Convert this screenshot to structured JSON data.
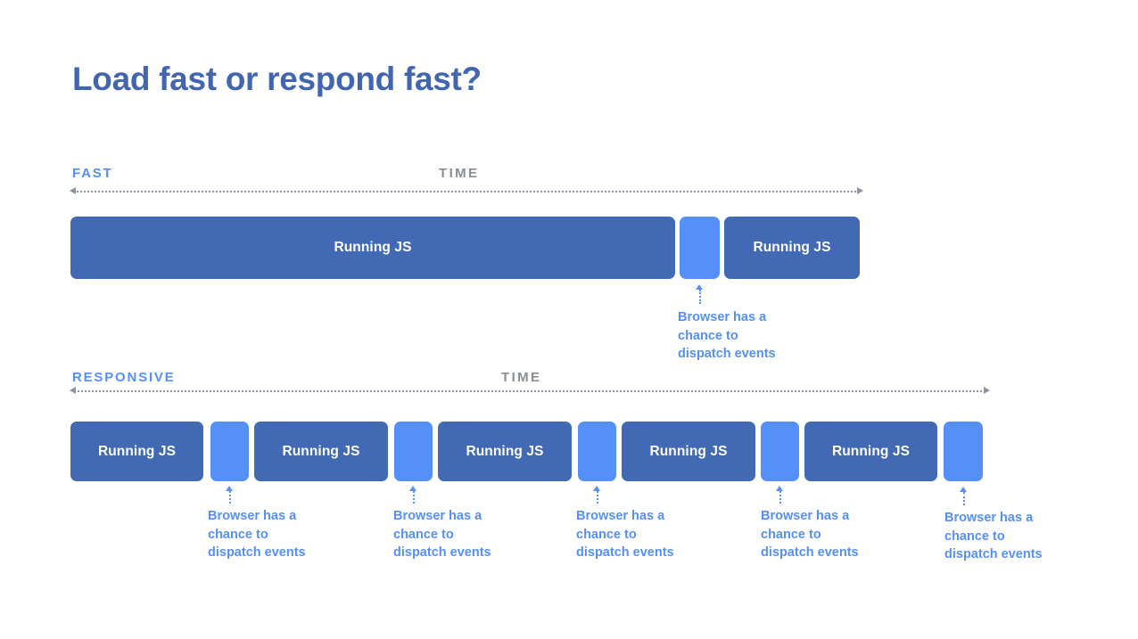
{
  "slide": {
    "title": "Load fast or respond fast?",
    "title_color": "#4265b0",
    "background_color": "#ffffff"
  },
  "palette": {
    "running_js_block": "#4269b3",
    "idle_block": "#5590f8",
    "callout_text": "#5590f8",
    "axis": "#8d93a0",
    "time_label": "#888d91"
  },
  "sections": [
    {
      "name": "fast",
      "label": "FAST",
      "time_label": "TIME",
      "blocks": [
        {
          "type": "running",
          "label": "Running JS"
        },
        {
          "type": "idle",
          "label": ""
        },
        {
          "type": "running",
          "label": "Running JS"
        }
      ],
      "callouts": [
        {
          "text": "Browser has a\nchance to\ndispatch events"
        }
      ]
    },
    {
      "name": "responsive",
      "label": "RESPONSIVE",
      "time_label": "TIME",
      "blocks": [
        {
          "type": "running",
          "label": "Running JS"
        },
        {
          "type": "idle",
          "label": ""
        },
        {
          "type": "running",
          "label": "Running JS"
        },
        {
          "type": "idle",
          "label": ""
        },
        {
          "type": "running",
          "label": "Running JS"
        },
        {
          "type": "idle",
          "label": ""
        },
        {
          "type": "running",
          "label": "Running JS"
        },
        {
          "type": "idle",
          "label": ""
        },
        {
          "type": "running",
          "label": "Running JS"
        },
        {
          "type": "idle",
          "label": ""
        }
      ],
      "callouts": [
        {
          "text": "Browser has a\nchance to\ndispatch events"
        },
        {
          "text": "Browser has a\nchance to\ndispatch events"
        },
        {
          "text": "Browser has a\nchance to\ndispatch events"
        },
        {
          "text": "Browser has a\nchance to\ndispatch events"
        },
        {
          "text": "Browser has a\nchance to\ndispatch events"
        }
      ]
    }
  ]
}
